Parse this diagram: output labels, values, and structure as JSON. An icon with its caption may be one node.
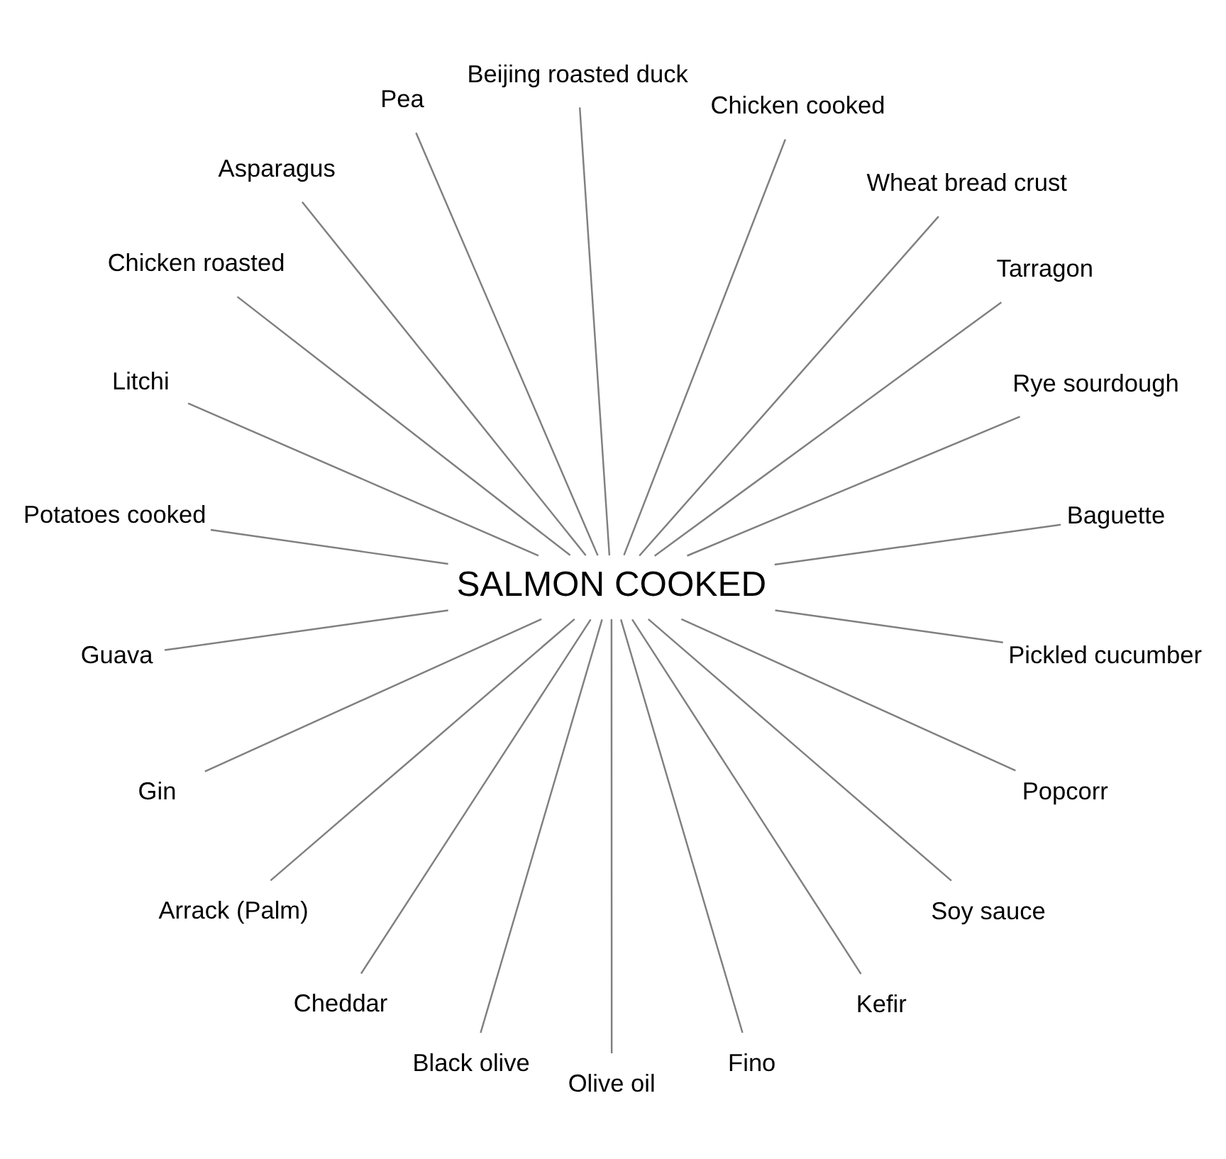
{
  "diagram": {
    "nodes": [
      {
        "text": [
          "Baguette"
        ]
      },
      {
        "text": [
          "Rye sourdough"
        ]
      },
      {
        "text": [
          "Tarragon"
        ]
      },
      {
        "text": [
          "Wheat bread crust"
        ]
      },
      {
        "text": [
          "Chicken cooked"
        ]
      },
      {
        "text": [
          "Beijing roasted duck"
        ]
      },
      {
        "text": [
          "Pea"
        ]
      },
      {
        "text": [
          "Asparagus"
        ]
      },
      {
        "text": [
          "Chicken roasted"
        ]
      },
      {
        "text": [
          "Litchi"
        ]
      },
      {
        "text": [
          "Potatoes cooked"
        ]
      },
      {
        "text": [
          "SALMON COOKED"
        ]
      },
      {
        "text": [
          "Guava"
        ]
      },
      {
        "text": [
          "Gin"
        ]
      },
      {
        "text": [
          "Arrack (Palm)"
        ]
      },
      {
        "text": [
          "Cheddar"
        ]
      },
      {
        "text": [
          "Black olive"
        ]
      },
      {
        "text": [
          "Olive oil"
        ]
      },
      {
        "text": [
          "Fino"
        ]
      },
      {
        "text": [
          "Kefir"
        ]
      },
      {
        "text": [
          "Soy sauce"
        ]
      },
      {
        "text": [
          "Popcorr"
        ]
      },
      {
        "text": [
          "Pickled cucumber"
        ]
      }
    ],
    "edges": [
      {
        "from": 11,
        "to": 1,
        "arrow": "none"
      },
      {
        "from": 11,
        "to": 3,
        "arrow": "none"
      },
      {
        "from": 11,
        "to": 0,
        "arrow": "none"
      },
      {
        "from": 11,
        "to": 2,
        "arrow": "none"
      },
      {
        "from": 11,
        "to": 4,
        "arrow": "none"
      },
      {
        "from": 11,
        "to": 5,
        "arrow": "none"
      },
      {
        "from": 11,
        "to": 8,
        "arrow": "none"
      },
      {
        "from": 11,
        "to": 9,
        "arrow": "none"
      },
      {
        "from": 11,
        "to": 12,
        "arrow": "none"
      },
      {
        "from": 11,
        "to": 16,
        "arrow": "none"
      },
      {
        "from": 11,
        "to": 15,
        "arrow": "none"
      },
      {
        "from": 11,
        "to": 19,
        "arrow": "none"
      },
      {
        "from": 11,
        "to": 22,
        "arrow": "none"
      },
      {
        "from": 11,
        "to": 20,
        "arrow": "none"
      },
      {
        "from": 11,
        "to": 21,
        "arrow": "none"
      },
      {
        "from": 11,
        "to": 17,
        "arrow": "none"
      },
      {
        "from": 11,
        "to": 18,
        "arrow": "none"
      },
      {
        "from": 11,
        "to": 14,
        "arrow": "none"
      },
      {
        "from": 11,
        "to": 13,
        "arrow": "none"
      },
      {
        "from": 11,
        "to": 10,
        "arrow": "none"
      },
      {
        "from": 11,
        "to": 7,
        "arrow": "none"
      },
      {
        "from": 11,
        "to": 6,
        "arrow": "none"
      }
    ]
  }
}
